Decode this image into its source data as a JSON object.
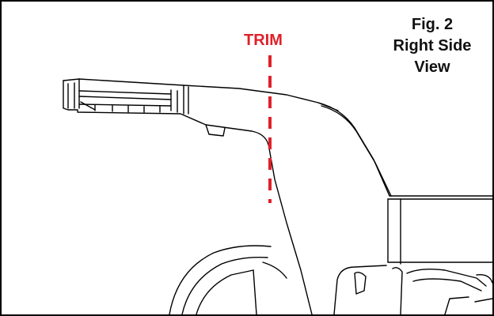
{
  "figure": {
    "caption_lines": [
      "Fig. 2",
      "Right Side",
      "View"
    ],
    "trim_label": "TRIM",
    "trim_color": "#e0202a"
  }
}
